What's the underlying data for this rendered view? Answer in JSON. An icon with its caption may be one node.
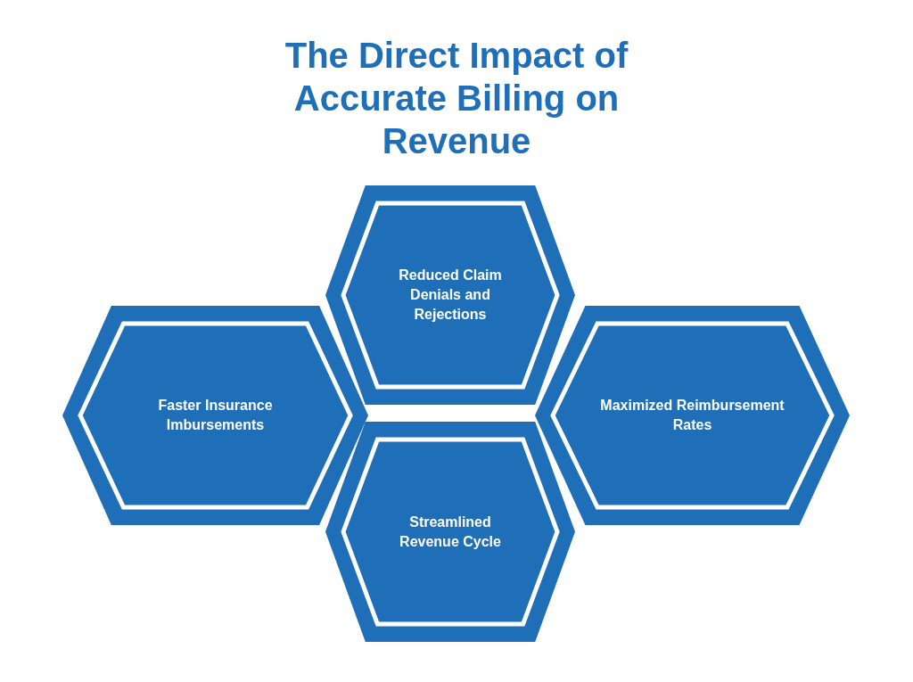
{
  "diagram": {
    "title": "The Direct Impact of Accurate Billing on Revenue",
    "nodes": [
      {
        "text": [
          "Reduced Claim Denials and Rejections"
        ]
      },
      {
        "text": [
          "Faster Insurance Imbursements"
        ]
      },
      {
        "text": [
          "Maximized Reimbursement Rates"
        ]
      },
      {
        "text": [
          "Streamlined Revenue Cycle"
        ]
      }
    ]
  }
}
